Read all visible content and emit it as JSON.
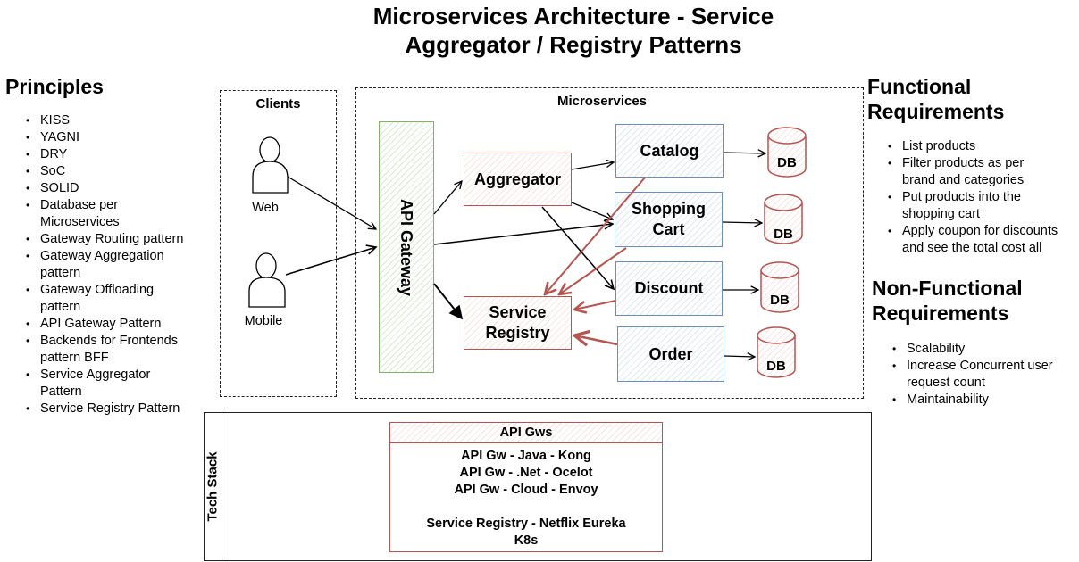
{
  "title": {
    "line1": "Microservices Architecture - Service",
    "line2": "Aggregator / Registry Patterns"
  },
  "principles": {
    "heading": "Principles",
    "items": [
      "KISS",
      "YAGNI",
      "DRY",
      "SoC",
      "SOLID",
      "Database per Microservices",
      "Gateway Routing pattern",
      "Gateway Aggregation pattern",
      "Gateway Offloading pattern",
      "API Gateway Pattern",
      "Backends for Frontends pattern BFF",
      "Service Aggregator Pattern",
      "Service Registry Pattern"
    ]
  },
  "functional": {
    "heading_line1": "Functional",
    "heading_line2": "Requirements",
    "items": [
      "List products",
      "Filter products as per brand and categories",
      "Put products into the shopping cart",
      "Apply coupon for discounts and see the total cost all"
    ]
  },
  "non_functional": {
    "heading_line1": "Non-Functional",
    "heading_line2": "Requirements",
    "items": [
      "Scalability",
      "Increase Concurrent user request count",
      "Maintainability"
    ]
  },
  "clients": {
    "label": "Clients",
    "web": "Web",
    "mobile": "Mobile"
  },
  "microservices": {
    "label": "Microservices",
    "api_gateway": "API Gateway",
    "aggregator": "Aggregator",
    "service_registry_line1": "Service",
    "service_registry_line2": "Registry",
    "services": {
      "catalog": "Catalog",
      "shopping_cart_line1": "Shopping",
      "shopping_cart_line2": "Cart",
      "discount": "Discount",
      "order": "Order"
    },
    "db_label": "DB"
  },
  "tech_stack": {
    "label": "Tech Stack",
    "gws_header": "API Gws",
    "lines": [
      "API Gw - Java  - Kong",
      "API Gw - .Net - Ocelot",
      "API Gw - Cloud - Envoy",
      "",
      "Service Registry - Netflix Eureka",
      "K8s"
    ]
  },
  "colors": {
    "red_stroke": "#b85450",
    "blue_stroke": "#6c8ebf",
    "green_stroke": "#82b366"
  }
}
